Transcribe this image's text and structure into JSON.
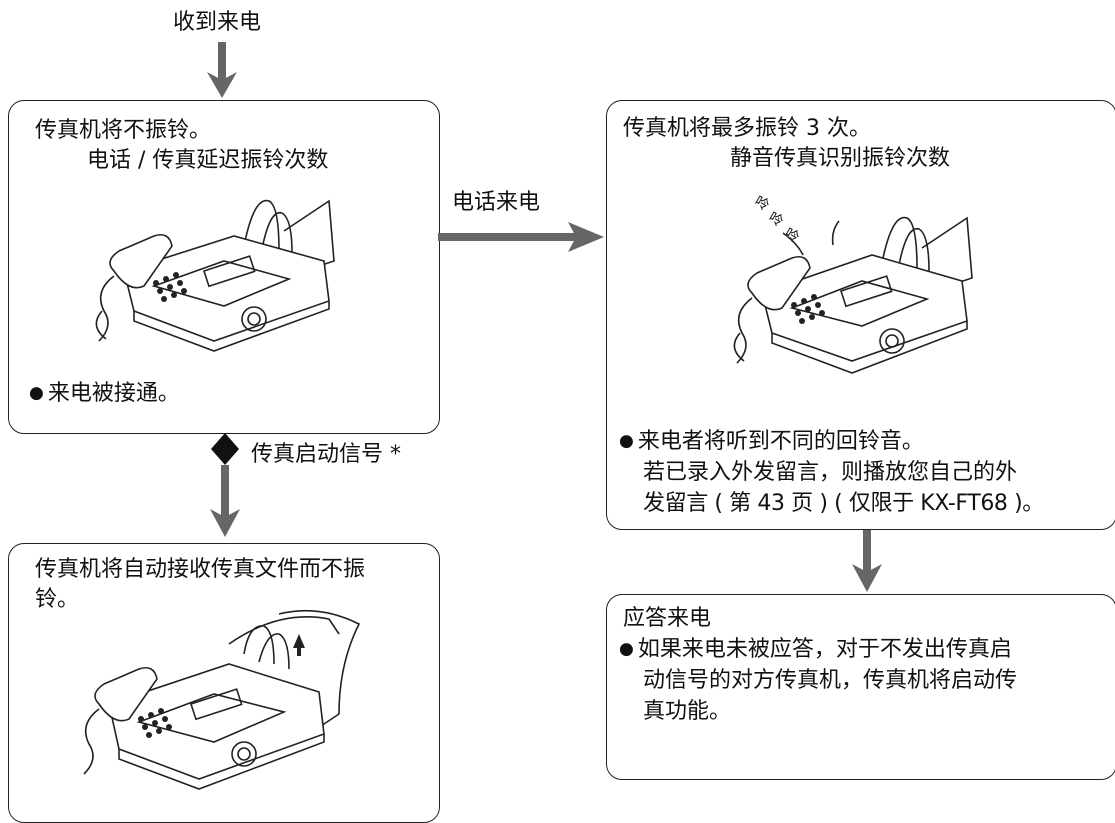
{
  "start_label": "收到来电",
  "box_left_top": {
    "line1": "传真机将不振铃。",
    "line2": "电话 / 传真延迟振铃次数",
    "bullet": "来电被接通。"
  },
  "box_left_bottom": {
    "line1": "传真机将自动接收传真文件而不振",
    "line2": "铃。"
  },
  "box_right_top": {
    "line1": "传真机将最多振铃 3 次。",
    "line2": "静音传真识别振铃次数",
    "bullet_line1": "来电者将听到不同的回铃音。",
    "bullet_line2": "若已录入外发留言，则播放您自己的外",
    "bullet_line3": "发留言 ( 第 43 页 ) ( 仅限于 KX-FT68 )。"
  },
  "box_right_bottom": {
    "title": "应答来电",
    "bullet_line1": "如果来电未被应答，对于不发出传真启",
    "bullet_line2": "动信号的对方传真机，传真机将启动传",
    "bullet_line3": "真功能。"
  },
  "arrow_phone_label": "电话来电",
  "arrow_fax_label": "传真启动信号 *",
  "ring_chars": [
    "呤",
    "呤",
    "呤"
  ]
}
